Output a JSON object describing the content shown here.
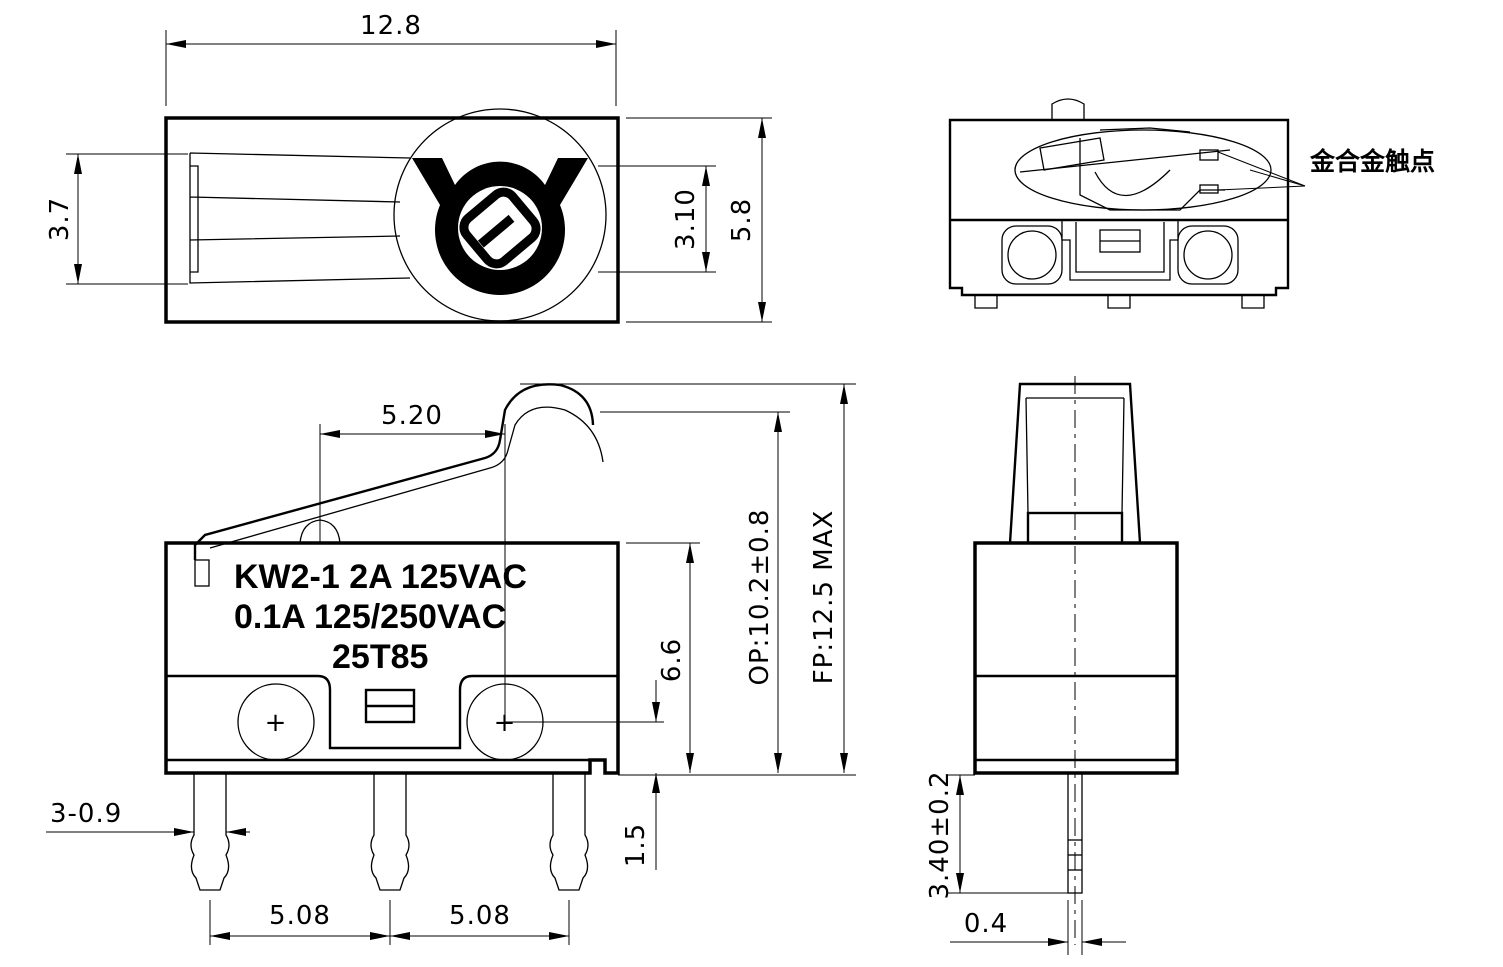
{
  "top_view": {
    "width_dim": "12.8",
    "height_dim_left": "3.7",
    "inner_dim": "3.10",
    "height_dim_right": "5.8"
  },
  "end_view": {
    "callout": "金合金触点"
  },
  "side_view": {
    "marking_line1": "KW2-1  2A 125VAC",
    "marking_line2": "0.1A 125/250VAC",
    "marking_line3": "25T85",
    "lever_dim": "5.20",
    "op_dim": "OP:10.2±0.8",
    "fp_dim": "FP:12.5  MAX",
    "body_height_dim": "6.6",
    "pin_offset_dim": "1.5",
    "pin_width_dim": "3-0.9",
    "pitch_left": "5.08",
    "pitch_right": "5.08"
  },
  "front_view": {
    "pin_length_dim": "3.40±0.2",
    "pin_thickness_dim": "0.4"
  }
}
